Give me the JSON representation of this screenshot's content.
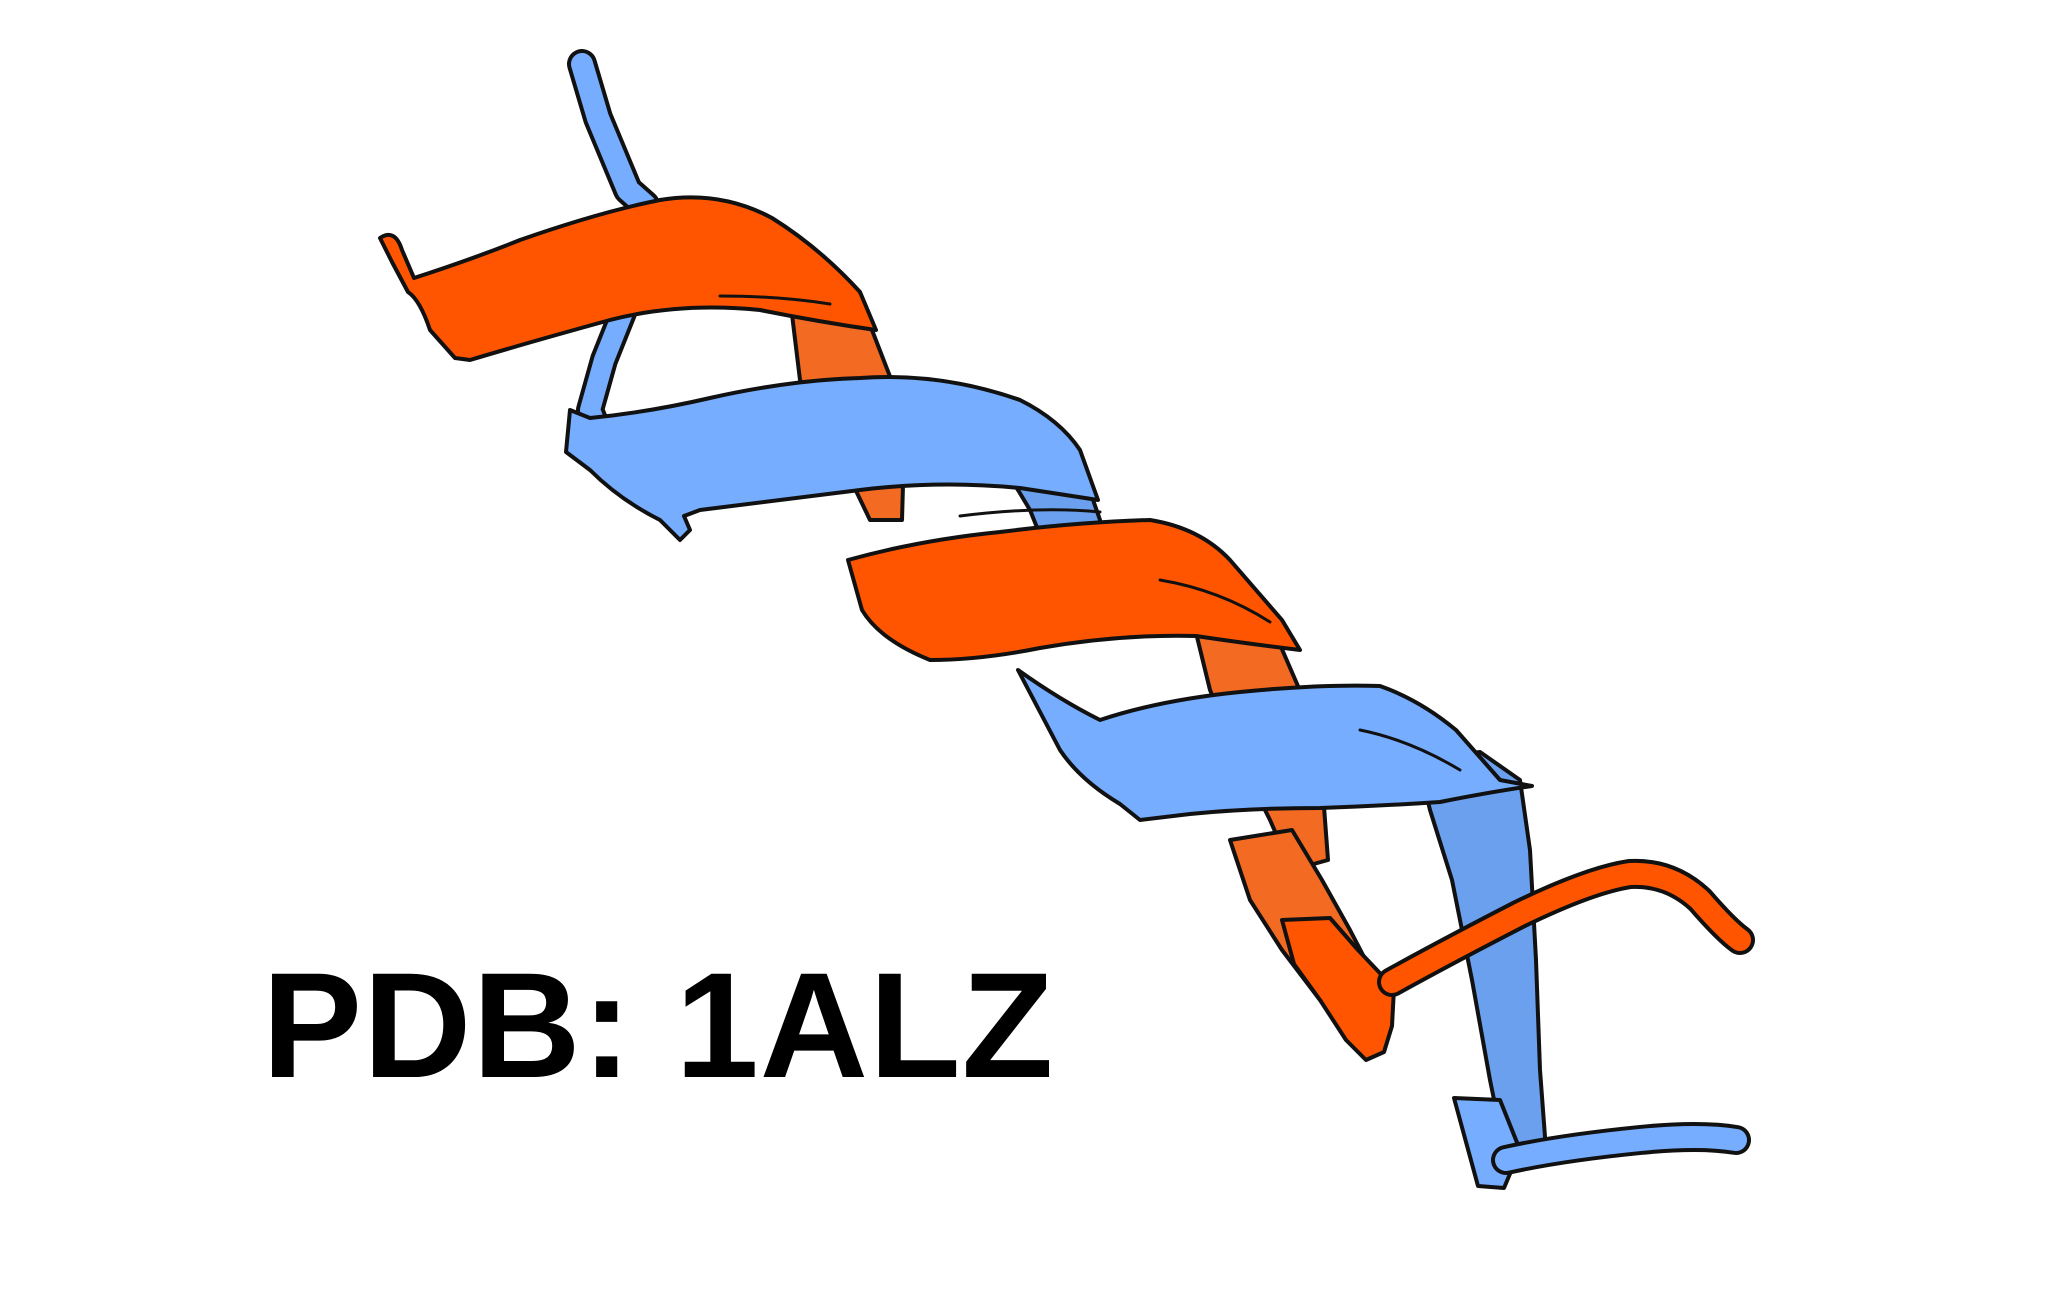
{
  "label": {
    "text": "PDB: 1ALZ"
  },
  "colors": {
    "background": "#ffffff",
    "chain_a": "#ff5500",
    "chain_a_shade": "#f36a22",
    "chain_b": "#76adff",
    "chain_b_shade": "#6aa0ee",
    "outline": "#111111",
    "label_text": "#000000"
  },
  "figure": {
    "subject": "coiled-coil-ribbon-diagram",
    "chains": [
      "orange-helix",
      "blue-helix"
    ]
  }
}
